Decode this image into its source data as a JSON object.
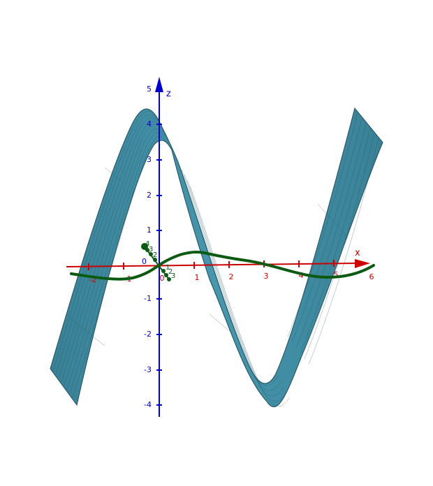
{
  "colors": {
    "background": "#ffffff",
    "surface_fill": "#3f8ea3",
    "surface_light": "#4fb7d2",
    "surface_line": "#1e4d5c",
    "z_axis": "#0000cc",
    "x_axis": "#cc0000",
    "y_axis": "#008000",
    "curve": "#0b5a12"
  },
  "axes": {
    "x": {
      "label": "x",
      "ticks": [
        {
          "text": "-2"
        },
        {
          "text": "-1"
        },
        {
          "text": "0"
        },
        {
          "text": "1"
        },
        {
          "text": "2"
        },
        {
          "text": "3"
        },
        {
          "text": "4"
        },
        {
          "text": "5"
        },
        {
          "text": "6"
        }
      ]
    },
    "z": {
      "label": "z",
      "ticks": [
        {
          "text": "5"
        },
        {
          "text": "4"
        },
        {
          "text": "3"
        },
        {
          "text": "2"
        },
        {
          "text": "1"
        },
        {
          "text": "0"
        },
        {
          "text": "-1"
        },
        {
          "text": "-2"
        },
        {
          "text": "-3"
        },
        {
          "text": "-4"
        }
      ]
    },
    "y": {
      "ticks": [
        {
          "text": "4"
        },
        {
          "text": "3"
        },
        {
          "text": "2"
        },
        {
          "text": "1"
        },
        {
          "text": "2"
        },
        {
          "text": "3"
        }
      ]
    }
  }
}
